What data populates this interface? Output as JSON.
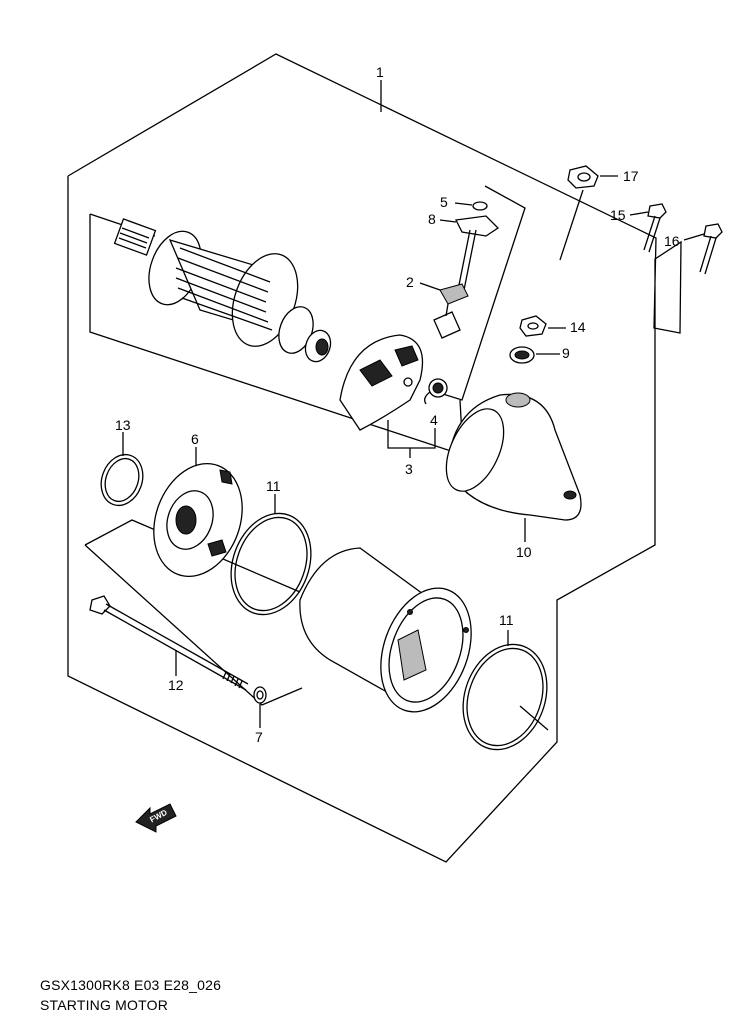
{
  "callouts": {
    "c1": "1",
    "c2": "2",
    "c3": "3",
    "c4": "4",
    "c5": "5",
    "c6": "6",
    "c7": "7",
    "c8": "8",
    "c9": "9",
    "c10": "10",
    "c11a": "11",
    "c11b": "11",
    "c12": "12",
    "c13": "13",
    "c14": "14",
    "c15": "15",
    "c16": "16",
    "c17": "17"
  },
  "fwd_label": "FWD",
  "footer": {
    "code": "GSX1300RK8 E03 E28_026",
    "title": "STARTING MOTOR"
  }
}
